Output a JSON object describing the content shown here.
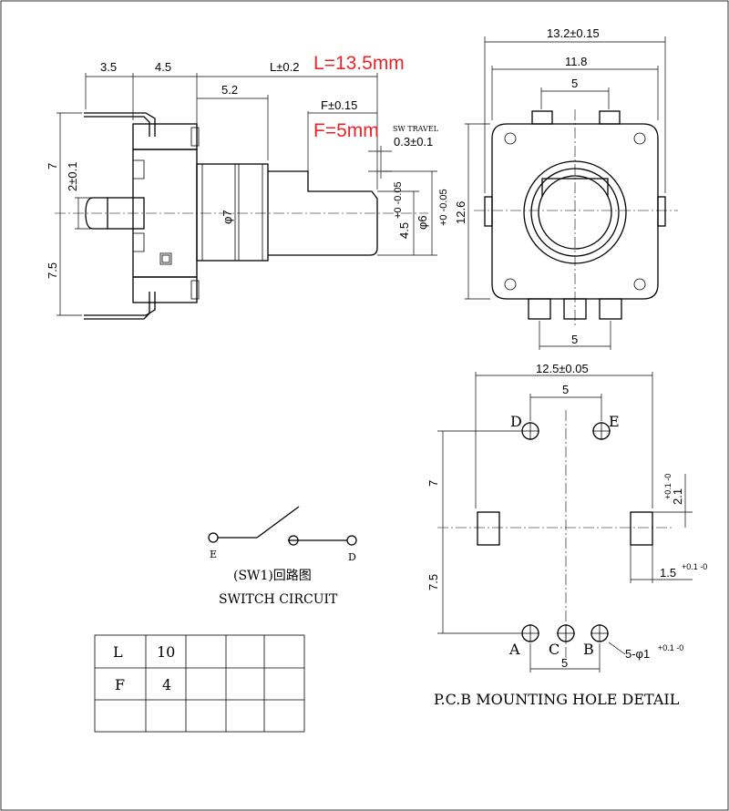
{
  "side_view": {
    "dim_3_5": "3.5",
    "dim_4_5": "4.5",
    "dim_L": "L±0.2",
    "dim_5_2": "5.2",
    "dim_F": "F±0.15",
    "dim_7": "7",
    "dim_2": "2±0.1",
    "dim_7_5": "7.5",
    "dim_phi7": "φ7",
    "dim_4_5_dia": "4.5",
    "dim_4_5_tol": "+0 -0.05",
    "dim_phi6": "φ6",
    "dim_phi6_tol": "+0 -0.05",
    "sw_travel_label": "SW TRAVEL",
    "sw_travel_value": "0.3±0.1",
    "annotation_L": "L=13.5mm",
    "annotation_F": "F=5mm",
    "annotation_color": "#e8262a"
  },
  "front_view": {
    "dim_width": "13.2±0.15",
    "dim_11_8": "11.8",
    "dim_5_top": "5",
    "dim_12_6": "12.6",
    "dim_5_bottom": "5"
  },
  "pcb": {
    "dim_12_5": "12.5±0.05",
    "dim_5_top": "5",
    "label_D": "D",
    "label_E": "E",
    "dim_7": "7",
    "dim_2_1": "2.1",
    "dim_2_1_tol": "+0.1 -0",
    "dim_7_5": "7.5",
    "dim_1_5": "1.5",
    "dim_1_5_tol": "+0.1 -0",
    "label_A": "A",
    "label_C": "C",
    "label_B": "B",
    "dim_holes": "5-φ1",
    "dim_holes_tol": "+0.1 -0",
    "dim_5_bottom": "5",
    "title": "P.C.B MOUNTING HOLE DETAIL"
  },
  "switch_circuit": {
    "label_E": "E",
    "label_D": "D",
    "title_cn": "(SW1)回路图",
    "title_en": "SWITCH CIRCUIT"
  },
  "table": {
    "rows": [
      [
        "L",
        "10",
        "",
        "",
        ""
      ],
      [
        "F",
        "4",
        "",
        "",
        ""
      ],
      [
        "",
        "",
        "",
        "",
        ""
      ]
    ]
  }
}
